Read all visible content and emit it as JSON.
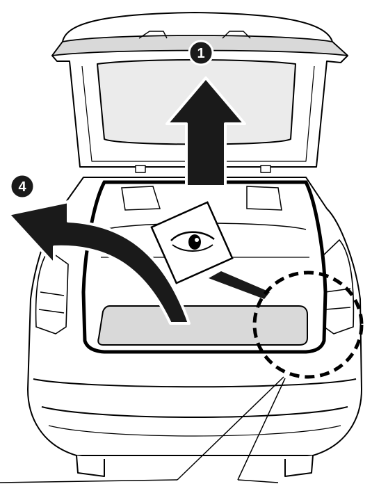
{
  "diagram": {
    "callouts": [
      {
        "id": "step-1",
        "label": "1"
      },
      {
        "id": "step-4",
        "label": "4"
      }
    ],
    "colors": {
      "line": "#000000",
      "body_fill": "#ffffff",
      "glass_fill": "#ebebeb",
      "panel_fill": "#d9d9d9",
      "arrow_fill": "#1a1a1a",
      "badge_fill": "#1a1a1a",
      "badge_text": "#ffffff"
    },
    "icons": [
      "eye-icon",
      "upward-arrow",
      "curved-arrow",
      "dashed-circle-highlight",
      "leader-lines"
    ]
  }
}
